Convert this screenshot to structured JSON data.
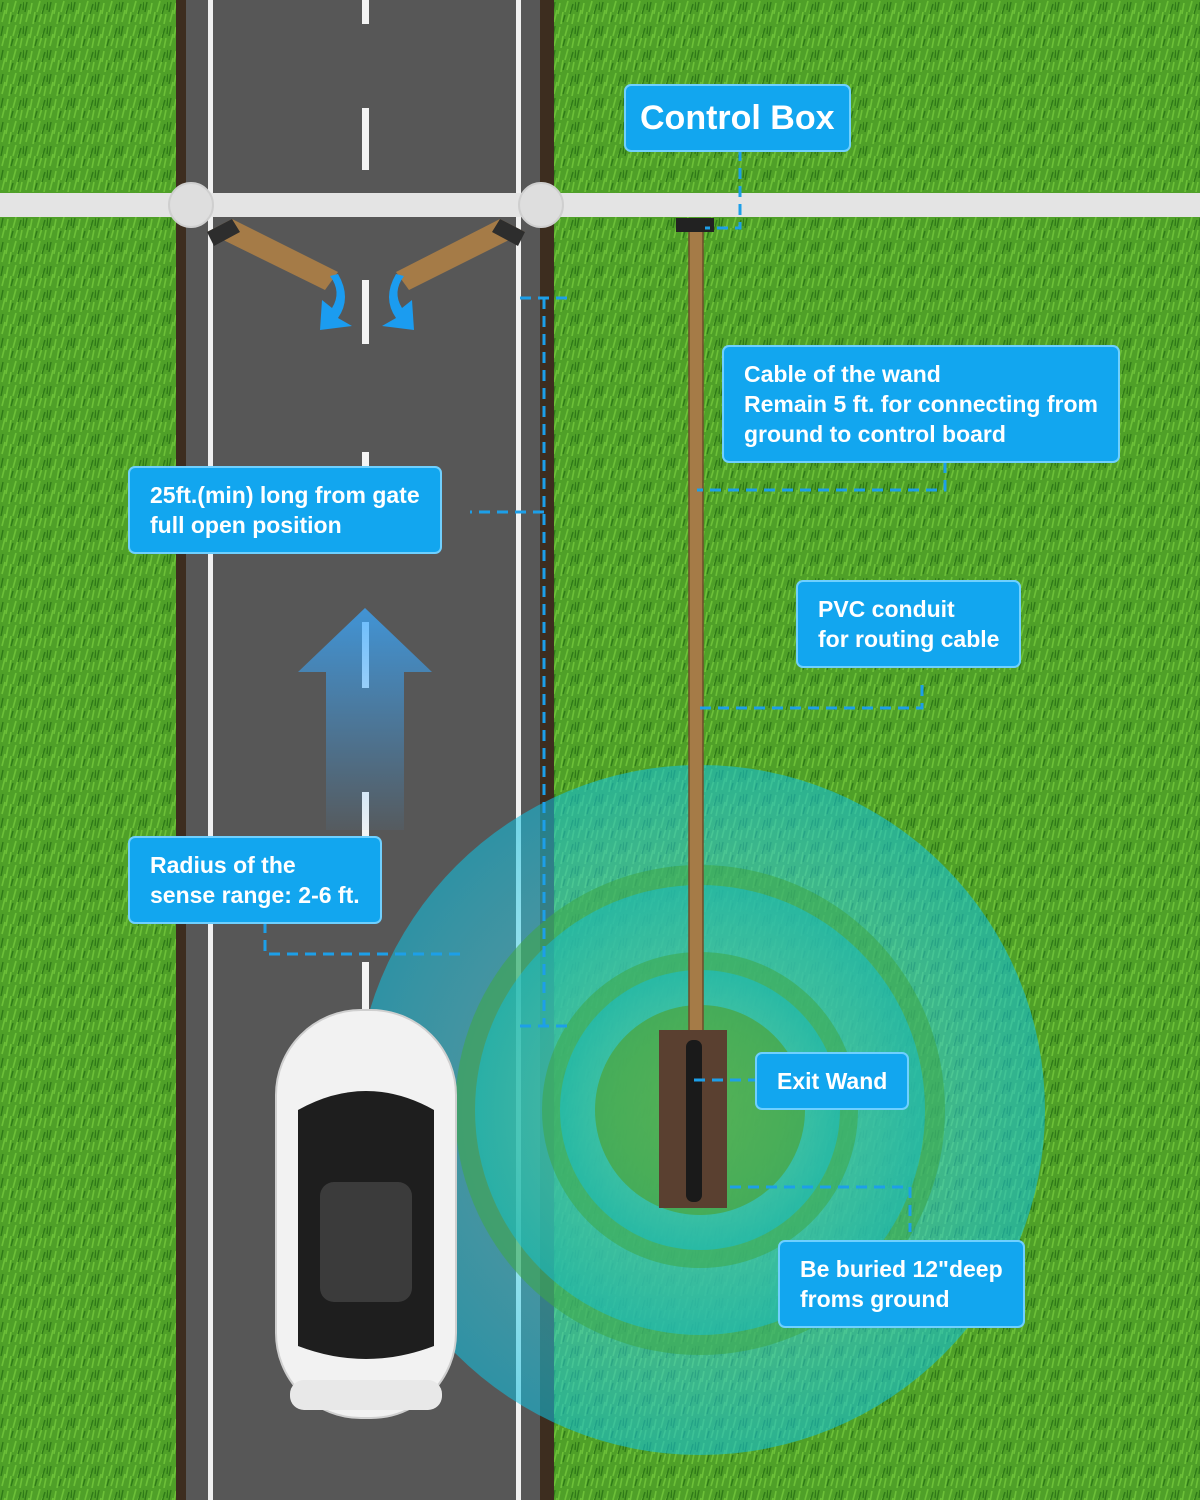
{
  "colors": {
    "grass": "#4fa028",
    "grass_dark": "#2f7a18",
    "road": "#5a5a5a",
    "road_line": "#ffffff",
    "fence": "#e0e0e0",
    "conduit": "#a27a45",
    "label_bg": "#12a6ef",
    "label_text": "#ffffff",
    "dashed_line": "#1d9fe8",
    "sense_ring": "#2ad4e6",
    "arrow": "#1a9cf0"
  },
  "icons": [
    "swing-gate-arm",
    "downward-arrow",
    "forward-arrow",
    "car",
    "exit-wand",
    "control-box",
    "sense-range-ring"
  ],
  "labels": {
    "control_box": "Control Box",
    "cable": {
      "line1": "Cable of the wand",
      "line2": "Remain 5 ft. for connecting from",
      "line3": "ground to control board"
    },
    "distance": {
      "line1": "25ft.(min) long from gate",
      "line2": "full open position"
    },
    "pvc": {
      "line1": "PVC conduit",
      "line2": "for routing cable"
    },
    "radius": {
      "line1": "Radius of the",
      "line2": "sense range: 2-6 ft."
    },
    "exit_wand": "Exit Wand",
    "buried": {
      "line1": "Be buried 12\"deep",
      "line2": "froms ground"
    }
  }
}
